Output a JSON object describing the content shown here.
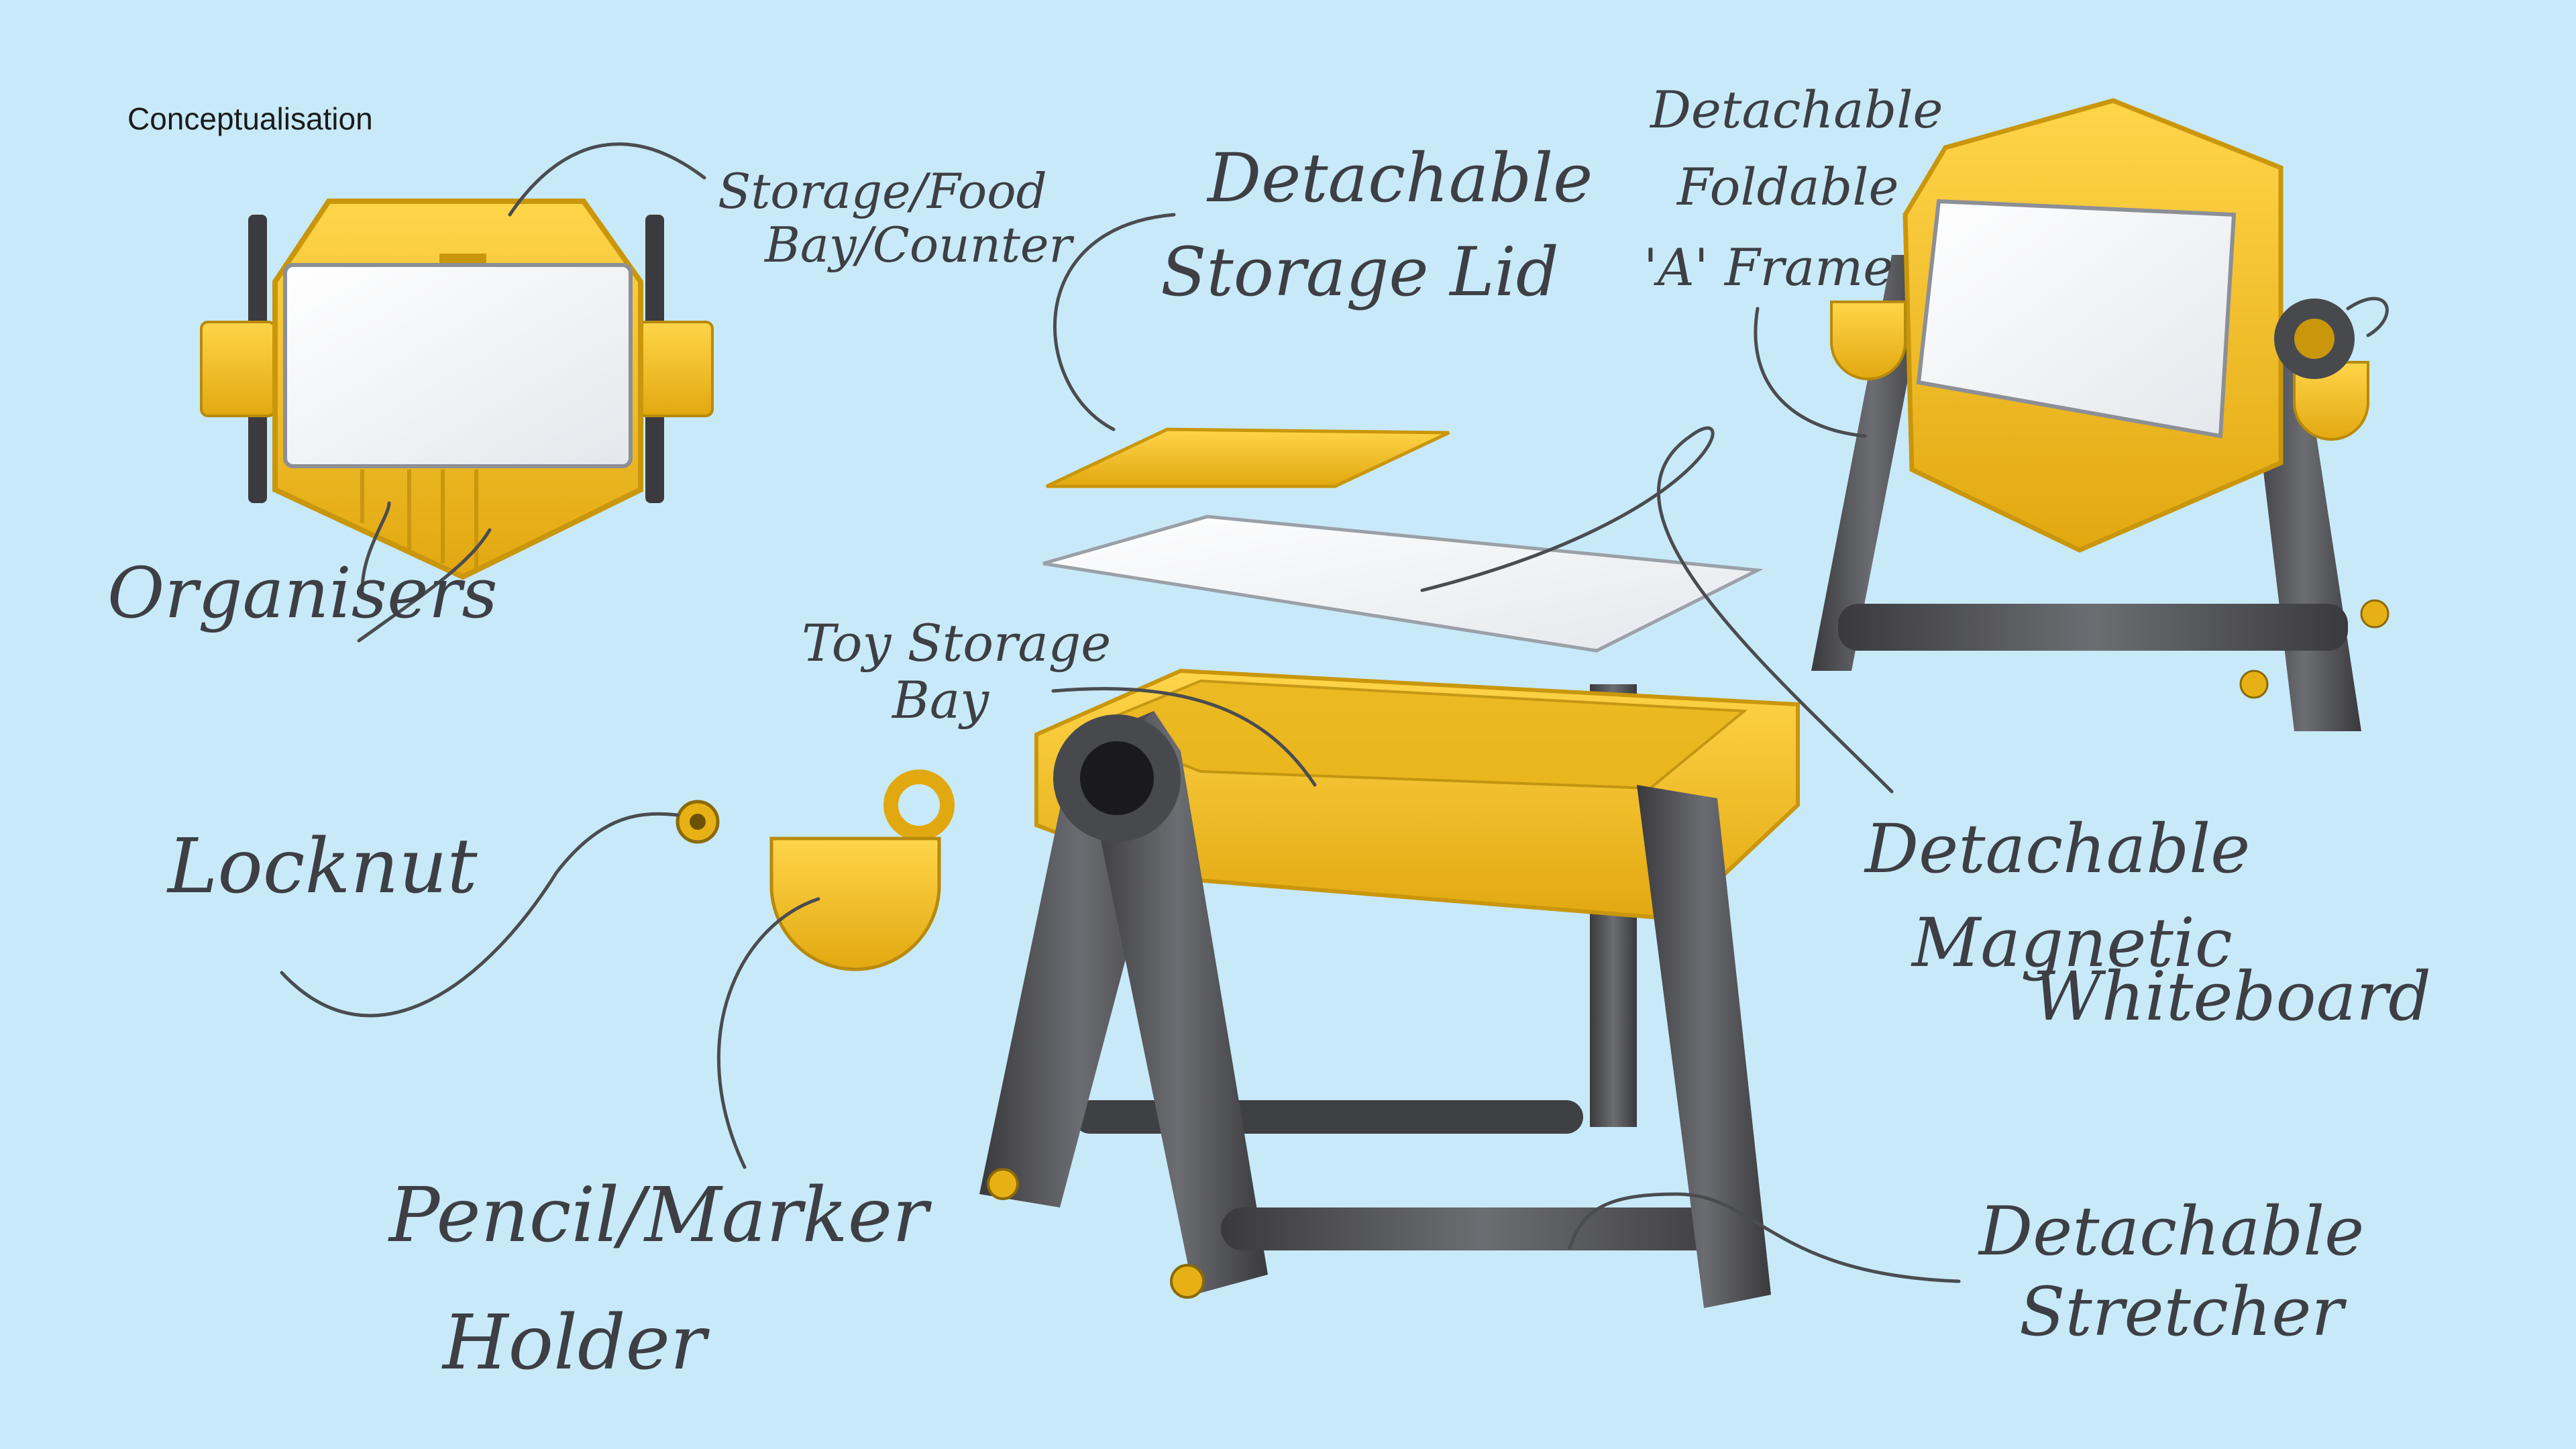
{
  "title": "Conceptualisation",
  "labels": {
    "storage_food": [
      "Storage/Food",
      "Bay/Counter"
    ],
    "organisers": "Organisers",
    "locknut": "Locknut",
    "pencil_holder": [
      "Pencil/Marker",
      "Holder"
    ],
    "storage_lid": [
      "Detachable",
      "Storage Lid"
    ],
    "toy_storage": [
      "Toy Storage",
      "Bay"
    ],
    "aframe": [
      "Detachable",
      "Foldable",
      "'A' Frame"
    ],
    "whiteboard": [
      "Detachable",
      "Magnetic",
      "Whiteboard"
    ],
    "stretcher": [
      "Detachable",
      "Stretcher"
    ]
  },
  "colors": {
    "background": "#c8e9f8",
    "yellow": "#f2bd1d",
    "yellow_dark": "#c9960c",
    "frame_grey": "#4a4a4e",
    "frame_light": "#7a7b80",
    "whiteboard": "#f7f8fa",
    "ink": "#3d3f44"
  }
}
